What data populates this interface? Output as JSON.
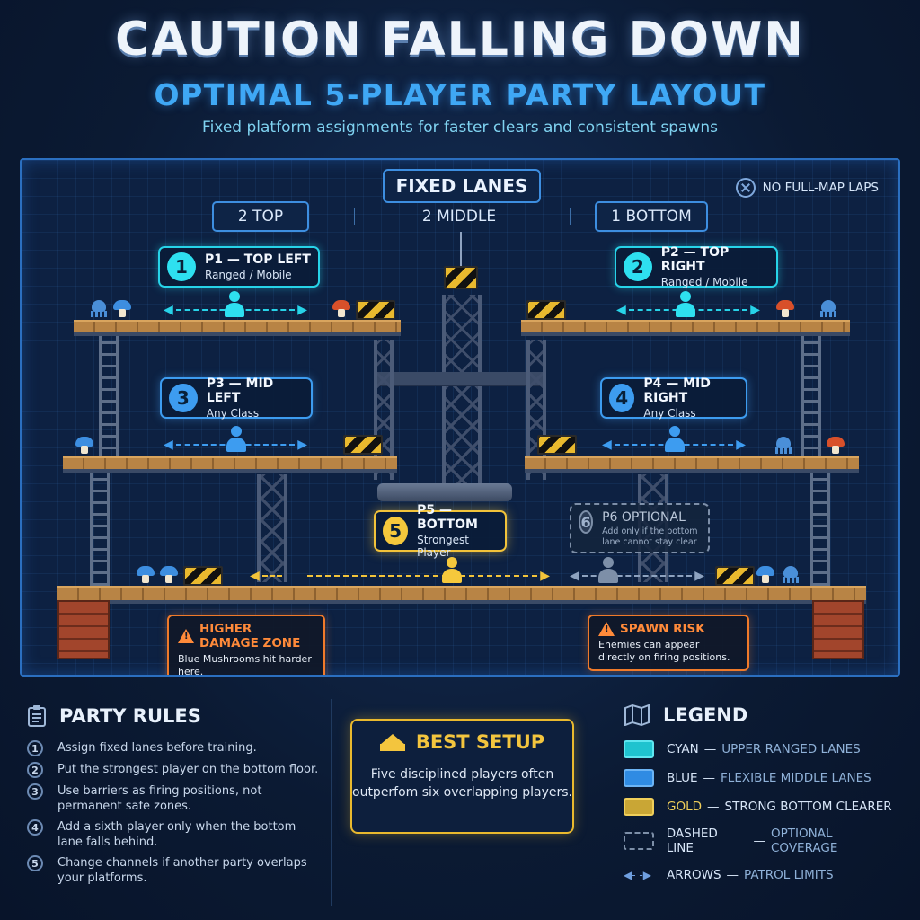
{
  "header": {
    "title": "CAUTION FALLING DOWN",
    "subtitle": "OPTIMAL 5-PLAYER PARTY LAYOUT",
    "tagline": "Fixed platform assignments for faster clears and consistent spawns"
  },
  "board": {
    "lanes_title": "FIXED LANES",
    "lanes": [
      "2 TOP",
      "2 MIDDLE",
      "1 BOTTOM"
    ],
    "no_laps": "NO FULL-MAP LAPS",
    "players": [
      {
        "num": "1",
        "name": "P1 — TOP LEFT",
        "role": "Ranged / Mobile",
        "color": "#2ee0f0"
      },
      {
        "num": "2",
        "name": "P2 — TOP RIGHT",
        "role": "Ranged / Mobile",
        "color": "#2ee0f0"
      },
      {
        "num": "3",
        "name": "P3 — MID LEFT",
        "role": "Any Class",
        "color": "#3d9cf0"
      },
      {
        "num": "4",
        "name": "P4 — MID RIGHT",
        "role": "Any Class",
        "color": "#3d9cf0"
      },
      {
        "num": "5",
        "name": "P5 — BOTTOM",
        "role": "Strongest Player",
        "color": "#f5c83c"
      },
      {
        "num": "6",
        "name": "P6 OPTIONAL",
        "role": "Add only if the bottom lane cannot stay clear",
        "color": "#7d8fa8"
      }
    ],
    "warnings": [
      {
        "title": "HIGHER DAMAGE ZONE",
        "desc": "Blue Mushrooms hit harder here."
      },
      {
        "title": "SPAWN RISK",
        "desc": "Enemies can appear directly on firing positions."
      }
    ]
  },
  "rules": {
    "title": "PARTY RULES",
    "items": [
      {
        "num": "1",
        "text": "Assign fixed lanes before training."
      },
      {
        "num": "2",
        "text": "Put the strongest player on the bottom floor."
      },
      {
        "num": "3",
        "text": "Use barriers as firing positions, not permanent safe zones."
      },
      {
        "num": "4",
        "text": "Add a sixth player only when the bottom lane falls behind."
      },
      {
        "num": "5",
        "text": "Change channels if another party overlaps your platforms."
      }
    ]
  },
  "best_setup": {
    "title": "BEST SETUP",
    "text": "Five disciplined players often outperfom six overlapping players."
  },
  "legend": {
    "title": "LEGEND",
    "items": [
      {
        "key": "CYAN",
        "sep": "—",
        "value": "UPPER RANGED LANES",
        "color": "#1fc3cf"
      },
      {
        "key": "BLUE",
        "sep": "—",
        "value": "FLEXIBLE MIDDLE LANES",
        "color": "#2f8be3"
      },
      {
        "key": "GOLD",
        "sep": "—",
        "value": "STRONG BOTTOM CLEARER",
        "color": "#c9a635"
      },
      {
        "key": "DASHED LINE",
        "sep": "—",
        "value": "OPTIONAL COVERAGE",
        "color": "#7d8fa8"
      },
      {
        "key": "ARROWS",
        "sep": "—",
        "value": "PATROL LIMITS",
        "color": "#6f9fe0"
      }
    ]
  }
}
